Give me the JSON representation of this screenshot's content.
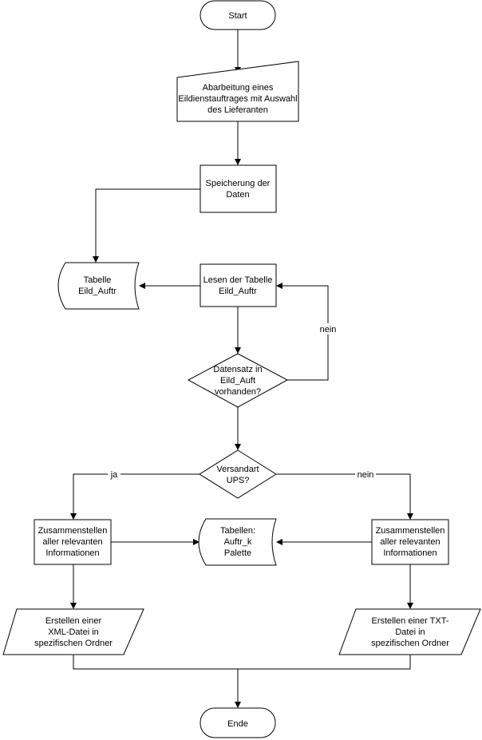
{
  "diagram": {
    "nodes": {
      "start": "Start",
      "abarbeitung": [
        "Abarbeitung eines",
        "Eildienstauftrages mit Auswahl",
        "des Lieferanten"
      ],
      "speicherung": [
        "Speicherung der",
        "Daten"
      ],
      "tabelle_eild": [
        "Tabelle",
        "Eild_Auftr"
      ],
      "lesen": [
        "Lesen der Tabelle",
        "Eild_Auftr"
      ],
      "datensatz": [
        "Datensatz in",
        "Eild_Auft",
        "vorhanden?"
      ],
      "versandart": [
        "Versandart",
        "UPS?"
      ],
      "zusammen_left": [
        "Zusammenstellen",
        "aller relevanten",
        "Informationen"
      ],
      "tabellen_auftr": [
        "Tabellen:",
        "Auftr_k",
        "Palette"
      ],
      "zusammen_right": [
        "Zusammenstellen",
        "aller relevanten",
        "Informationen"
      ],
      "xml": [
        "Erstellen einer",
        "XML-Datei in",
        "spezifischen Ordner"
      ],
      "txt": [
        "Erstellen einer TXT-",
        "Datei in",
        "spezifischen Ordner"
      ],
      "ende": "Ende"
    },
    "edge_labels": {
      "loop_no": "nein",
      "ups_yes": "ja",
      "ups_no": "nein"
    }
  }
}
